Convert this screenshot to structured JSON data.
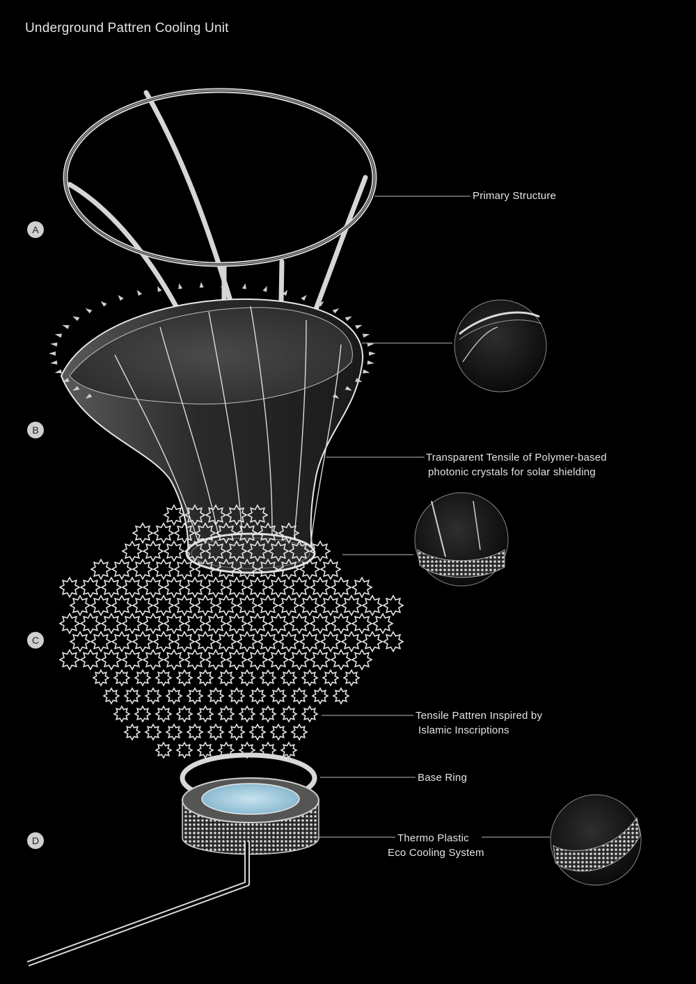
{
  "title": "Underground Pattren Cooling Unit",
  "section_markers": [
    "A",
    "B",
    "C",
    "D"
  ],
  "callouts": {
    "primary_structure": "Primary Structure",
    "tensile_line1": "Transparent Tensile of Polymer-based",
    "tensile_line2": "photonic crystals for solar shielding",
    "pattern_line1": "Tensile Pattren Inspired by",
    "pattern_line2": "Islamic Inscriptions",
    "base_ring": "Base Ring",
    "cooling_line1": "Thermo Plastic",
    "cooling_line2": "Eco Cooling System"
  },
  "colors": {
    "background": "#000000",
    "line": "#e0e0e0",
    "membrane": "#3a3a3a",
    "water": "#9cc7dc",
    "marker": "#cfcfcf"
  }
}
